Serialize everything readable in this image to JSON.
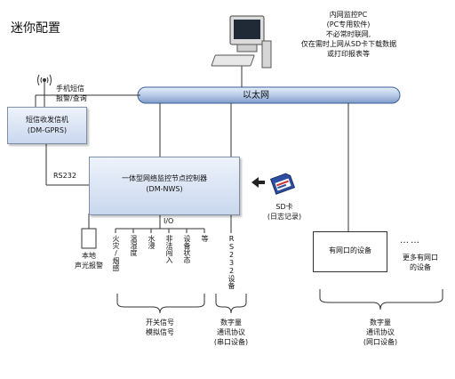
{
  "title": "迷你配置",
  "pc_note": [
    "内网监控PC",
    "(PC专用软件)",
    "不必常时联网,",
    "仅在需时上网从SD卡下载数据",
    "或打印报表等"
  ],
  "ethernet_label": "以太网",
  "sms_label": [
    "手机短信",
    "报警/查询"
  ],
  "gsm_box": [
    "短信收发信机",
    "(DM-GPRS)"
  ],
  "rs232_label": "RS232",
  "controller_box": [
    "一体型网络监控节点控制器",
    "(DM-NWS)"
  ],
  "sd_label": [
    "SD卡",
    "(日志记录)"
  ],
  "io_label": "I/O",
  "local_alarm": [
    "本地",
    "声光报警"
  ],
  "io_inputs": [
    "火灾/烟感",
    "温湿度",
    "水浸",
    "非法闯入",
    "设备状态",
    "等"
  ],
  "rs232_device": "RS232设备",
  "net_device_box": "有网口的设备",
  "dots": "……",
  "more_net_devices": [
    "更多有网口",
    "的设备"
  ],
  "signal_group": [
    "开关信号",
    "模拟信号"
  ],
  "serial_group": [
    "数字量",
    "通讯协议",
    "(串口设备)"
  ],
  "network_group": [
    "数字量",
    "通讯协议",
    "(网口设备)"
  ],
  "colors": {
    "ethernet_fill": "#b9cce8",
    "ethernet_stroke": "#3b5d99",
    "box_fill": "#d6e2f3",
    "line": "#333333"
  }
}
